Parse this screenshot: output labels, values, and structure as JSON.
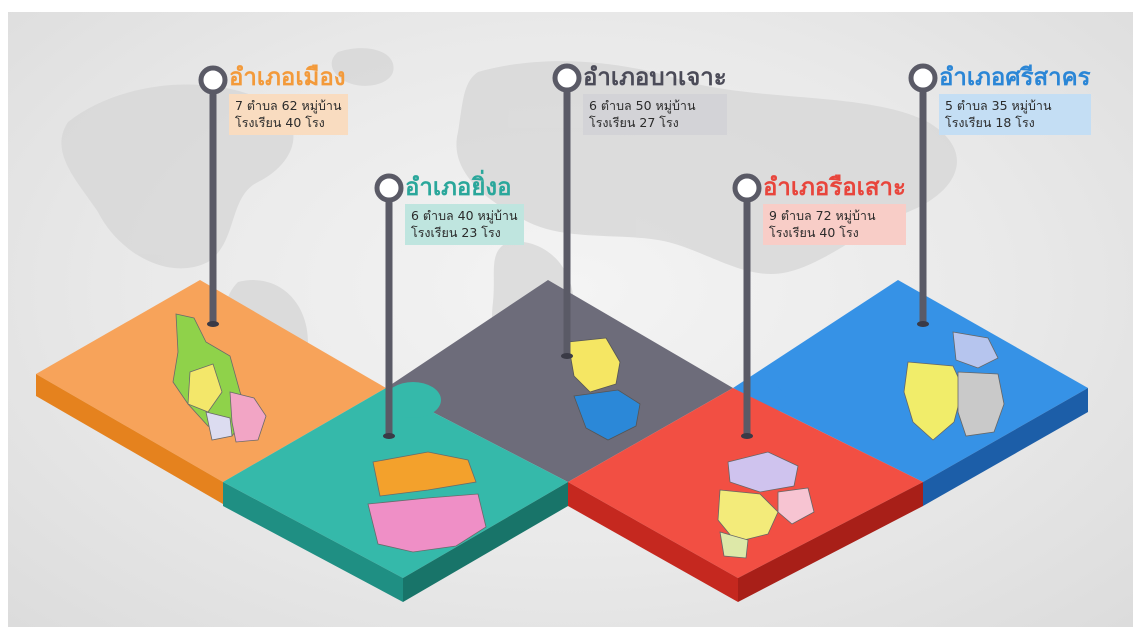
{
  "districts": [
    {
      "title": "อำเภอเมือง",
      "line1": "7 ตำบล 62 หมู่บ้าน",
      "line2": "โรงเรียน 40 โรง",
      "title_color": "#f39a3a",
      "box_color": "#f9dcc0",
      "piece_color": "#f7a35a"
    },
    {
      "title": "อำเภอยิ่งอ",
      "line1": "6 ตำบล 40 หมู่บ้าน",
      "line2": "โรงเรียน 23 โรง",
      "title_color": "#2aa79b",
      "box_color": "#bfe5df",
      "piece_color": "#35b9aa"
    },
    {
      "title": "อำเภอบาเจาะ",
      "line1": "6 ตำบล 50 หมู่บ้าน",
      "line2": "โรงเรียน 27 โรง",
      "title_color": "#4b4b58",
      "box_color": "#d3d3d7",
      "piece_color": "#6d6c7a"
    },
    {
      "title": "อำเภอรือเสาะ",
      "line1": "9 ตำบล 72 หมู่บ้าน",
      "line2": "โรงเรียน 40 โรง",
      "title_color": "#e8453c",
      "box_color": "#f8cdc7",
      "piece_color": "#f24f43"
    },
    {
      "title": "อำเภอศรีสาคร",
      "line1": "5 ตำบล 35 หมู่บ้าน",
      "line2": "โรงเรียน 18 โรง",
      "title_color": "#2b86d6",
      "box_color": "#c4def4",
      "piece_color": "#3692e6"
    }
  ]
}
